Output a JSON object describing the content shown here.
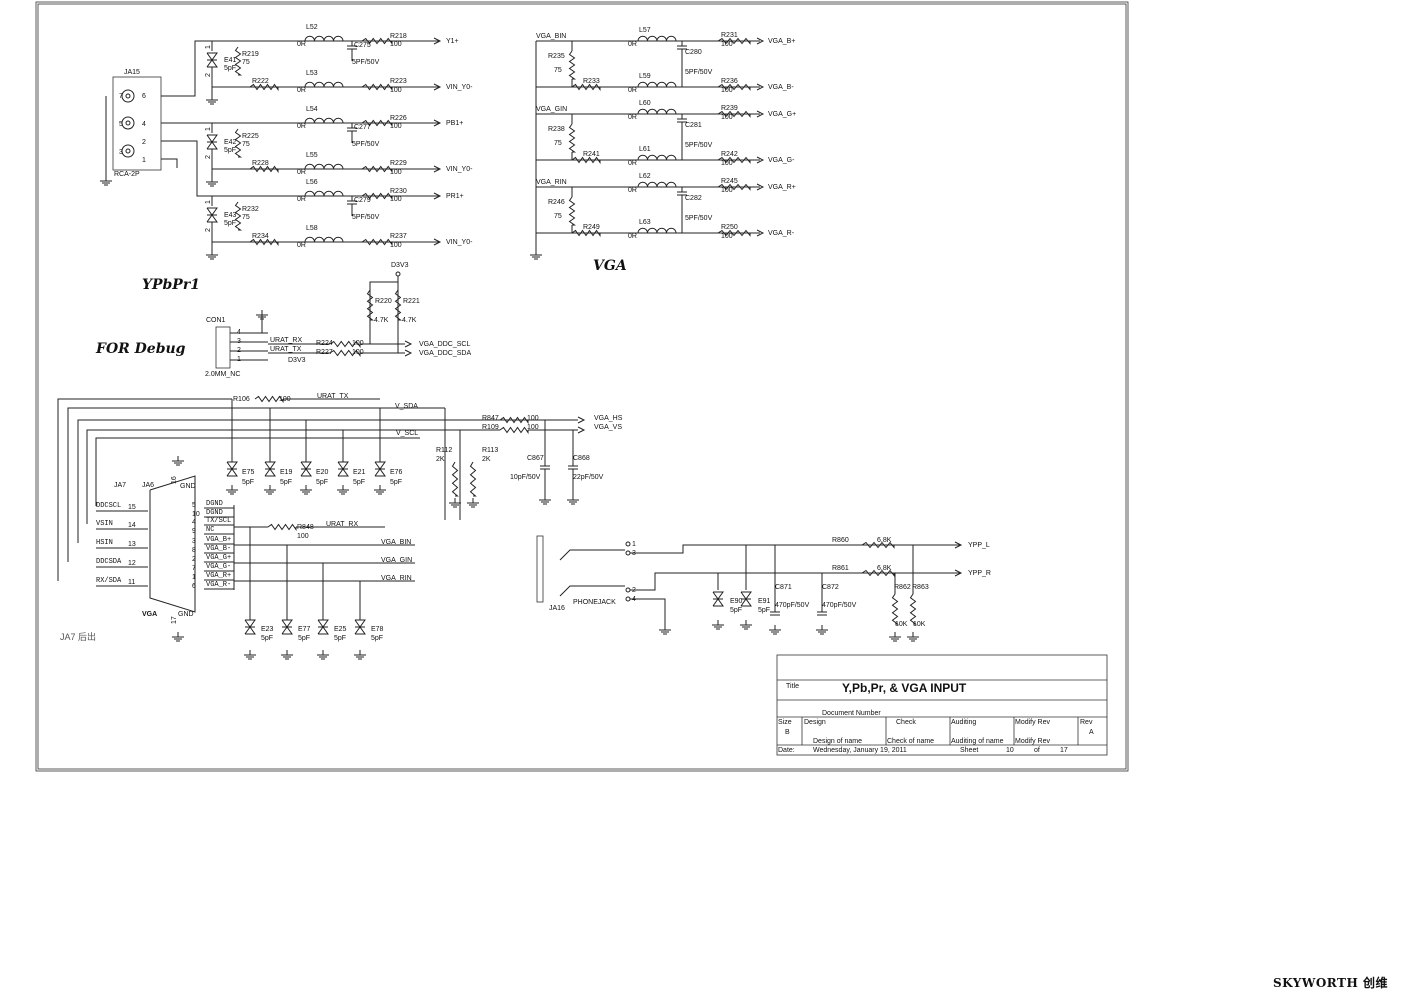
{
  "sections": {
    "ypbpr": "YPbPr1",
    "vga": "VGA",
    "debug": "FOR Debug",
    "ja7": "JA7 后出"
  },
  "ypbpr": {
    "connector": {
      "ref": "JA15",
      "part": "RCA-2P",
      "pins": [
        "7",
        "6",
        "5",
        "4",
        "3",
        "2",
        "1"
      ]
    },
    "rows": [
      {
        "l": "L52",
        "ohm": "0R",
        "cap": "C275",
        "capv": "5PF/50V",
        "r": "R218",
        "rv": "100",
        "net": "Y1+"
      },
      {
        "r": "R223",
        "rv": "100",
        "net": "VIN_Y0-",
        "rg": "R222",
        "l": "L53",
        "ohm": "0R"
      },
      {
        "l": "L54",
        "ohm": "0R",
        "cap": "C277",
        "capv": "5PF/50V",
        "r": "R226",
        "rv": "100",
        "net": "PB1+"
      },
      {
        "r": "R229",
        "rv": "100",
        "net": "VIN_Y0-",
        "rg": "R228",
        "l": "L55",
        "ohm": "0R"
      },
      {
        "l": "L56",
        "ohm": "0R",
        "cap": "C279",
        "capv": "5PF/50V",
        "r": "R230",
        "rv": "100",
        "net": "PR1+"
      },
      {
        "r": "R237",
        "rv": "100",
        "net": "VIN_Y0-",
        "rg": "R234",
        "l": "L58",
        "ohm": "0R"
      }
    ],
    "esd": [
      {
        "ref": "E41",
        "val": "5pF",
        "r": "R219",
        "rv": "75"
      },
      {
        "ref": "E42",
        "val": "5pF",
        "r": "R225",
        "rv": "75"
      },
      {
        "ref": "E43",
        "val": "5pF",
        "r": "R232",
        "rv": "75"
      }
    ]
  },
  "vga": {
    "inputs": [
      "VGA_BIN",
      "VGA_GIN",
      "VGA_RIN"
    ],
    "terms": [
      {
        "r": "R235",
        "v": "75"
      },
      {
        "r": "R238",
        "v": "75"
      },
      {
        "r": "R246",
        "v": "75"
      }
    ],
    "gr": [
      "R233",
      "R241",
      "R249"
    ],
    "rows": [
      {
        "l": "L57",
        "ohm": "0R",
        "cap": "C280",
        "capv": "5PF/50V",
        "r": "R231",
        "rv": "100",
        "net": "VGA_B+"
      },
      {
        "l": "L59",
        "ohm": "0R",
        "r": "R236",
        "rv": "100",
        "net": "VGA_B-"
      },
      {
        "l": "L60",
        "ohm": "0R",
        "cap": "C281",
        "capv": "5PF/50V",
        "r": "R239",
        "rv": "100",
        "net": "VGA_G+"
      },
      {
        "l": "L61",
        "ohm": "0R",
        "r": "R242",
        "rv": "100",
        "net": "VGA_G-"
      },
      {
        "l": "L62",
        "ohm": "0R",
        "cap": "C282",
        "capv": "5PF/50V",
        "r": "R245",
        "rv": "100",
        "net": "VGA_R+"
      },
      {
        "l": "L63",
        "ohm": "0R",
        "r": "R250",
        "rv": "100",
        "net": "VGA_R-"
      }
    ]
  },
  "debug": {
    "con": "CON1",
    "part": "2.0MM_NC",
    "pins": [
      "4",
      "3",
      "2",
      "1"
    ],
    "sigs": [
      "URAT_RX",
      "URAT_TX",
      "D3V3"
    ],
    "pwr": "D3V3",
    "pull": [
      {
        "r": "R220",
        "v": "4.7K"
      },
      {
        "r": "R221",
        "v": "4.7K"
      }
    ],
    "ser": [
      {
        "r": "R224",
        "v": "100",
        "net": "VGA_DDC_SCL"
      },
      {
        "r": "R227",
        "v": "100",
        "net": "VGA_DDC_SDA"
      }
    ]
  },
  "dsub": {
    "refs": [
      "JA7",
      "JA6"
    ],
    "name": "VGA",
    "left": [
      {
        "n": "DDCSCL",
        "p": "15"
      },
      {
        "n": "VSIN",
        "p": "14"
      },
      {
        "n": "HSIN",
        "p": "13"
      },
      {
        "n": "DDCSDA",
        "p": "12"
      },
      {
        "n": "RX/SDA",
        "p": "11"
      }
    ],
    "pins": [
      {
        "p": "5",
        "n": "DGND"
      },
      {
        "p": "10",
        "n": "DGND"
      },
      {
        "p": "4",
        "n": "TX/SCL"
      },
      {
        "p": "9",
        "n": "NC"
      },
      {
        "p": "3",
        "n": "VGA_B+"
      },
      {
        "p": "8",
        "n": "VGA_B-"
      },
      {
        "p": "2",
        "n": "VGA_G+"
      },
      {
        "p": "7",
        "n": "VGA_G-"
      },
      {
        "p": "1",
        "n": "VGA_R+"
      },
      {
        "p": "6",
        "n": "VGA_R-"
      }
    ],
    "gnd": "GND",
    "p16": "16",
    "p17": "17",
    "top": [
      {
        "r": "R106",
        "v": "100",
        "net": "URAT_TX"
      },
      {
        "net": "V_SDA"
      },
      {
        "net": "V_SCL"
      }
    ],
    "hs": {
      "r": "R847",
      "v": "100",
      "net": "VGA_HS"
    },
    "vs": {
      "r": "R109",
      "v": "100",
      "net": "VGA_VS"
    },
    "pulls": [
      {
        "r": "R112",
        "v": "2K"
      },
      {
        "r": "R113",
        "v": "2K"
      }
    ],
    "caps": [
      {
        "c": "C867",
        "v": "10pF/50V"
      },
      {
        "c": "C868",
        "v": "22pF/50V"
      }
    ],
    "esd_top": [
      {
        "e": "E75",
        "v": "5pF"
      },
      {
        "e": "E19",
        "v": "5pF"
      },
      {
        "e": "E20",
        "v": "5pF"
      },
      {
        "e": "E21",
        "v": "5pF"
      },
      {
        "e": "E76",
        "v": "5pF"
      }
    ],
    "esd_bot": [
      {
        "e": "E23",
        "v": "5pF"
      },
      {
        "e": "E77",
        "v": "5pF"
      },
      {
        "e": "E25",
        "v": "5pF"
      },
      {
        "e": "E78",
        "v": "5pF"
      }
    ],
    "rx": {
      "r": "R848",
      "v": "100",
      "net": "URAT_RX"
    },
    "outs": [
      "VGA_BIN",
      "VGA_GIN",
      "VGA_RIN"
    ]
  },
  "audio": {
    "ref": "JA16",
    "part": "PHONEJACK",
    "pins": [
      "1",
      "3",
      "2",
      "4"
    ],
    "l": {
      "r": "R860",
      "v": "6.8K",
      "net": "YPP_L"
    },
    "rr": {
      "r": "R861",
      "v": "6.8K",
      "net": "YPP_R"
    },
    "esd": [
      {
        "e": "E90",
        "v": "5pF"
      },
      {
        "e": "E91",
        "v": "5pF"
      }
    ],
    "caps": [
      {
        "c": "C871",
        "v": "470pF/50V"
      },
      {
        "c": "C872",
        "v": "470pF/50V"
      }
    ],
    "pd": [
      {
        "r": "R862",
        "v": "10K"
      },
      {
        "r": "R863",
        "v": "10K"
      }
    ]
  },
  "titleblock": {
    "title_label": "Title",
    "title": "Y,Pb,Pr, & VGA INPUT",
    "docnum": "Document Number",
    "size_label": "Size",
    "size": "B",
    "design": "Design",
    "design_name": "Design of name",
    "check": "Check",
    "check_name": "Check  of  name",
    "auditing": "Auditing",
    "auditing_name": "Auditing of name",
    "modify": "Modify Rev",
    "modify_name": "Modify Rev",
    "rev_label": "Rev",
    "rev": "A",
    "date_label": "Date:",
    "date": "Wednesday, January 19, 2011",
    "sheet_label": "Sheet",
    "sheet": "10",
    "of": "of",
    "total": "17"
  },
  "brand": "SKYWORTH 创维"
}
